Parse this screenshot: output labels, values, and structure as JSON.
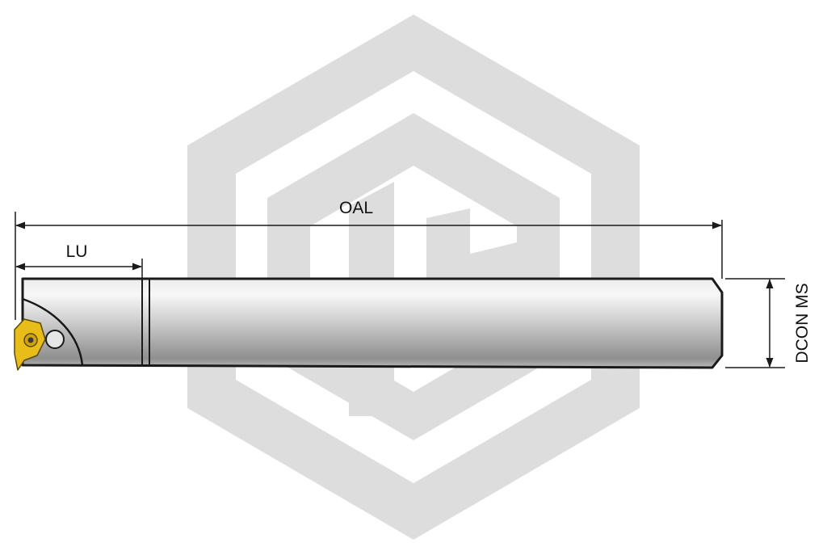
{
  "dimensions": {
    "overall_length": "OAL",
    "usable_length": "LU",
    "shank_diameter": "DCON MS"
  },
  "colors": {
    "watermark": "#dcdcdc",
    "line": "#1a1a1a",
    "bar_light": "#e8e8e8",
    "bar_dark": "#8c8c8c",
    "insert": "#e8bd1a"
  },
  "icons": {
    "watermark": "hexagon-logo-watermark",
    "insert": "threading-insert-icon"
  }
}
